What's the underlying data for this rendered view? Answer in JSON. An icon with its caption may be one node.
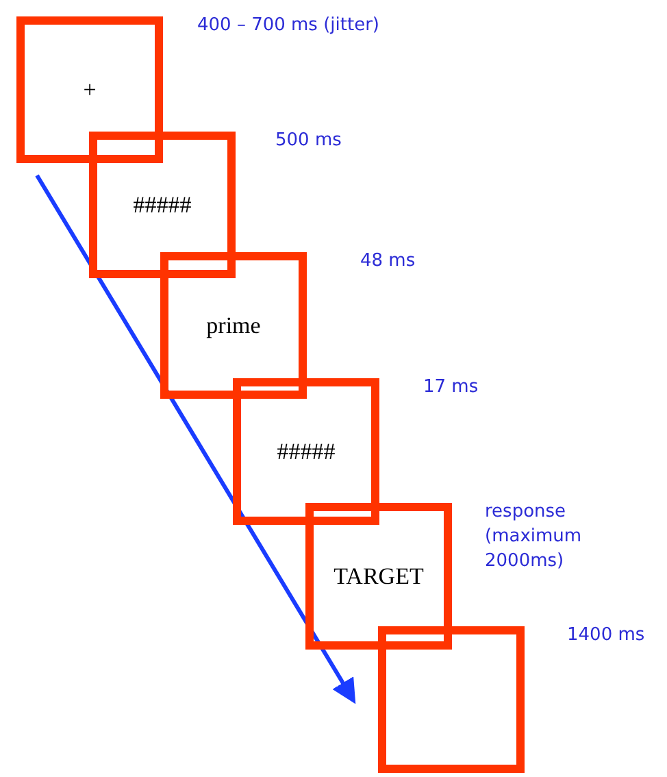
{
  "diagram": {
    "nodes": [
      {
        "text": [
          "+"
        ],
        "beside": [
          "400 – 700 ms (jitter)"
        ]
      },
      {
        "text": [
          "#####"
        ],
        "beside": [
          "500 ms"
        ]
      },
      {
        "text": [
          "prime"
        ],
        "beside": [
          "48 ms"
        ]
      },
      {
        "text": [
          "#####"
        ],
        "beside": [
          "17 ms"
        ]
      },
      {
        "text": [
          "TARGET"
        ],
        "beside": [
          "response (maximum 2000ms)"
        ]
      },
      {
        "text": [],
        "shape": "box",
        "beside": [
          "1400 ms"
        ]
      }
    ]
  }
}
